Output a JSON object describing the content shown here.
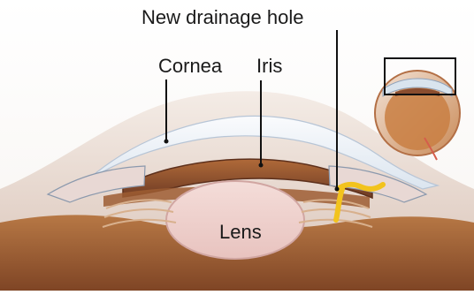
{
  "labels": {
    "new_drainage_hole": "New drainage hole",
    "cornea": "Cornea",
    "iris": "Iris",
    "lens": "Lens"
  },
  "colors": {
    "sclera": "#efe6dc",
    "cornea": "#edf2f8",
    "iris": "#8a4d2f",
    "lens": "#f0d5d1",
    "inner_eye": "#a85d32",
    "leader_line": "#111111",
    "drainage_path": "#f2c31d"
  },
  "icons": {
    "inset": "eye-cross-section-inset-icon",
    "drainage": "drainage-hole-icon"
  }
}
